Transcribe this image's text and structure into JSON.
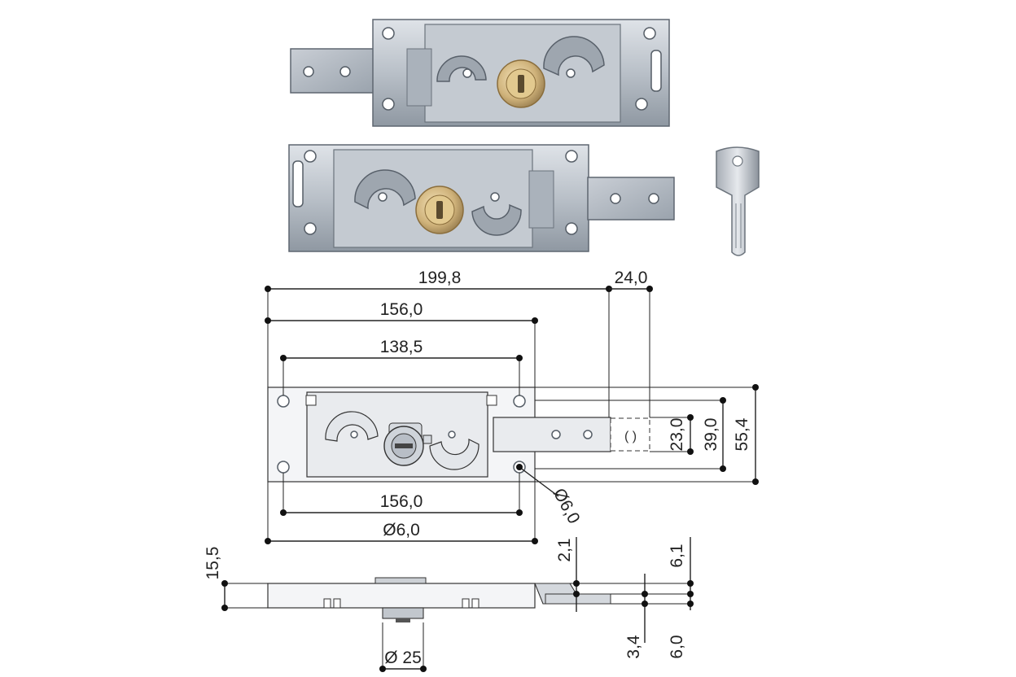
{
  "dimensions": {
    "total_length": "199,8",
    "bolt_extension": "24,0",
    "outer_length_top": "156,0",
    "hole_spacing": "138,5",
    "bolt_width": "23,0",
    "mid_height": "39,0",
    "total_height": "55,4",
    "hole_spacing_bottom": "156,0",
    "hole_diameter_bottom": "Ø6,0",
    "hole_diameter_angled": "Ø6,0",
    "side_thickness_total": "15,5",
    "bolt_offset": "2,1",
    "bolt_thickness_top": "6,1",
    "bolt_step": "3,4",
    "bolt_thickness_bottom": "6,0",
    "cylinder_diameter": "Ø 25"
  }
}
